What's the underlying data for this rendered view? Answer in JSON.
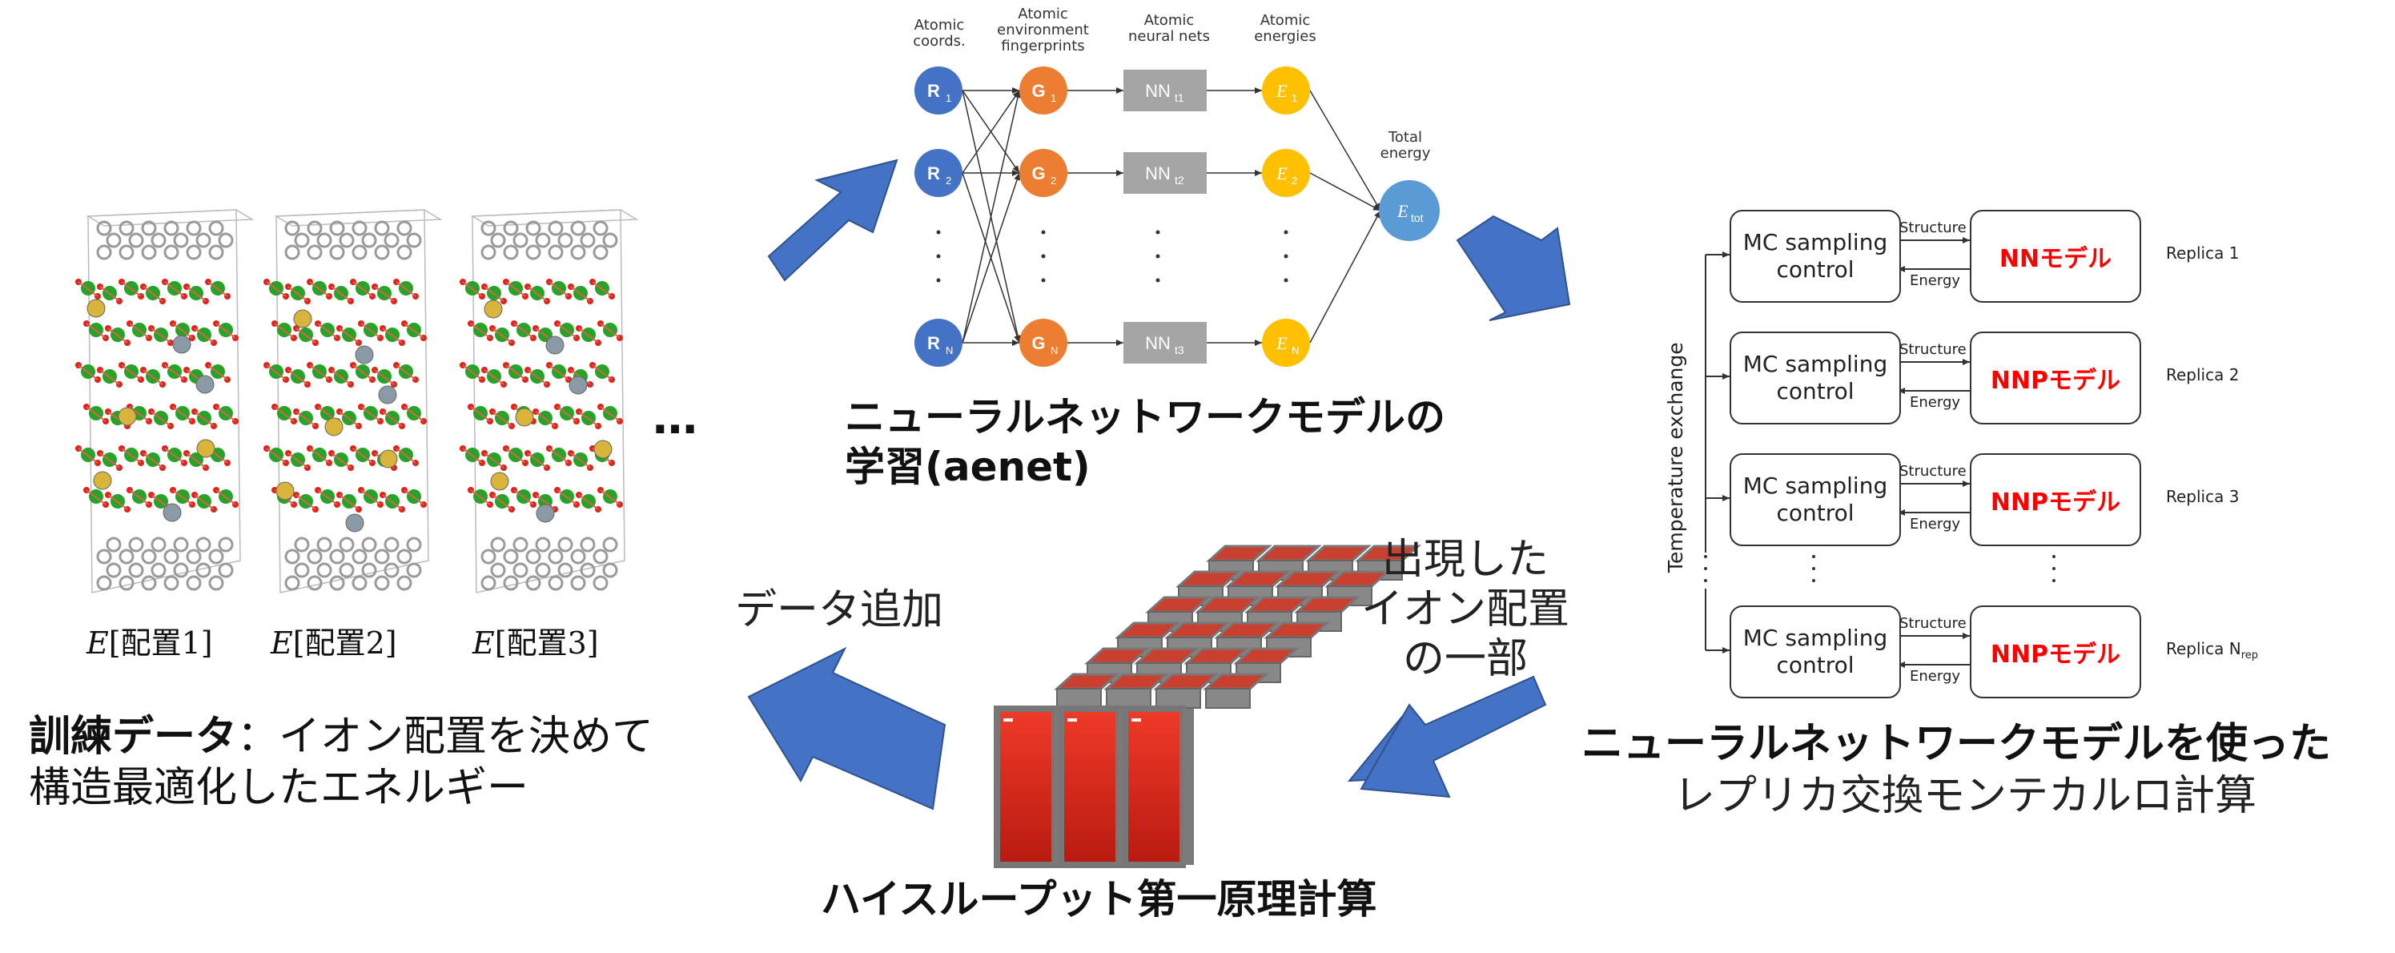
{
  "training": {
    "labels": [
      {
        "e": "E",
        "config": "[配置1]"
      },
      {
        "e": "E",
        "config": "[配置2]"
      },
      {
        "e": "E",
        "config": "[配置3]"
      }
    ],
    "ellipsis": "…",
    "caption_bold": "訓練データ",
    "caption_rest": "：イオン配置を決めて",
    "caption_line2": "構造最適化したエネルギー"
  },
  "network": {
    "col_headers": {
      "coords": [
        "Atomic",
        "coords."
      ],
      "fingerprints": [
        "Atomic",
        "environment",
        "fingerprints"
      ],
      "nets": [
        "Atomic",
        "neural nets"
      ],
      "energies": [
        "Atomic",
        "energies"
      ],
      "total": [
        "Total",
        "energy"
      ]
    },
    "rows": [
      {
        "r": "R",
        "r_sub": "1",
        "g": "G",
        "g_sub": "1",
        "nn": "NN",
        "nn_sub": "t1",
        "e": "E",
        "e_sub": "1"
      },
      {
        "r": "R",
        "r_sub": "2",
        "g": "G",
        "g_sub": "2",
        "nn": "NN",
        "nn_sub": "t2",
        "e": "E",
        "e_sub": "2"
      },
      {
        "r": "R",
        "r_sub": "N",
        "g": "G",
        "g_sub": "N",
        "nn": "NN",
        "nn_sub": "t3",
        "e": "E",
        "e_sub": "N"
      }
    ],
    "total_node": {
      "e": "E",
      "sub": "tot"
    },
    "caption_line1": "ニューラルネットワークモデルの",
    "caption_line2": "学習(aenet)",
    "colors": {
      "coords": "#4472c4",
      "fingerprints": "#ed7d31",
      "nets": "#a5a5a5",
      "energies": "#ffc000",
      "total": "#5b9bd5"
    }
  },
  "dft": {
    "caption": "ハイスループット第一原理計算",
    "add_data": "データ追加",
    "appeared": [
      "出現した",
      "イオン配置",
      "の一部"
    ]
  },
  "replica": {
    "side_label": "Temperature exchange",
    "structure_label": "Structure",
    "energy_label": "Energy",
    "rows": [
      {
        "mc": [
          "MC sampling",
          "control"
        ],
        "model": "NNモデル",
        "replica": "Replica 1"
      },
      {
        "mc": [
          "MC sampling",
          "control"
        ],
        "model": "NNPモデル",
        "replica": "Replica 2"
      },
      {
        "mc": [
          "MC sampling",
          "control"
        ],
        "model": "NNPモデル",
        "replica": "Replica 3"
      },
      {
        "mc": [
          "MC sampling",
          "control"
        ],
        "model": "NNPモデル",
        "replica": "Replica N",
        "replica_sub": "rep"
      }
    ],
    "dots": "⋮",
    "caption_line1": "ニューラルネットワークモデルを使った",
    "caption_line2": "レプリカ交換モンテカルロ計算"
  },
  "colors": {
    "flow_arrow": "#4472c4",
    "model_text": "#ff0000",
    "rack_red": "#e03020",
    "rack_gray": "#8a8a8a"
  }
}
